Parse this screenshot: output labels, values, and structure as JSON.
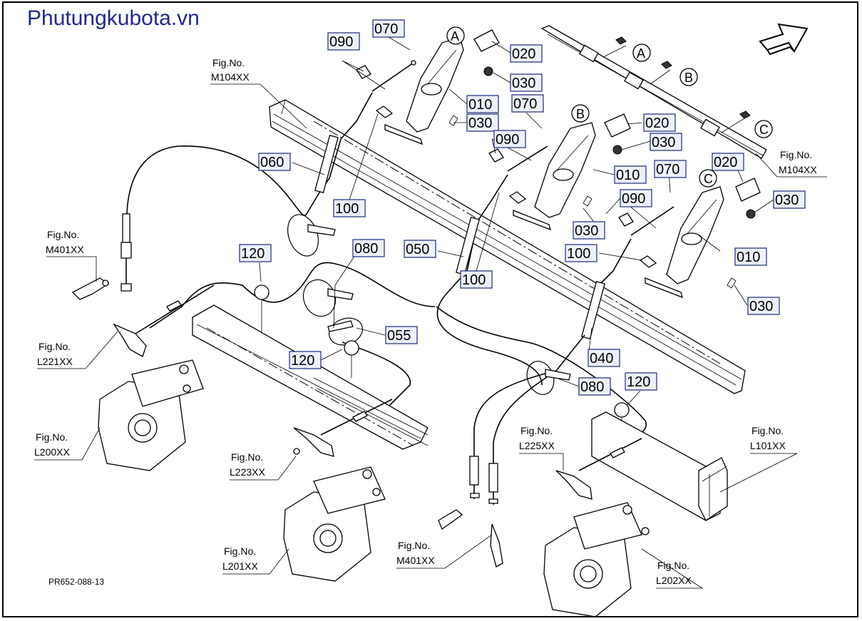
{
  "watermark": "Phutungkubota.vn",
  "drawing_code": "PR652-088-13",
  "callouts": [
    {
      "id": "p090a",
      "label": "090"
    },
    {
      "id": "p070a",
      "label": "070"
    },
    {
      "id": "p020a",
      "label": "020"
    },
    {
      "id": "p030a",
      "label": "030"
    },
    {
      "id": "p010a",
      "label": "010"
    },
    {
      "id": "p030b",
      "label": "030"
    },
    {
      "id": "p070b",
      "label": "070"
    },
    {
      "id": "p020b",
      "label": "020"
    },
    {
      "id": "p090b",
      "label": "090"
    },
    {
      "id": "p030c",
      "label": "030"
    },
    {
      "id": "p010b",
      "label": "010"
    },
    {
      "id": "p060",
      "label": "060"
    },
    {
      "id": "p100a",
      "label": "100"
    },
    {
      "id": "p070c",
      "label": "070"
    },
    {
      "id": "p020c",
      "label": "020"
    },
    {
      "id": "p030d",
      "label": "030"
    },
    {
      "id": "p090c",
      "label": "090"
    },
    {
      "id": "p030e",
      "label": "030"
    },
    {
      "id": "p010c",
      "label": "010"
    },
    {
      "id": "p100b",
      "label": "100"
    },
    {
      "id": "p050",
      "label": "050"
    },
    {
      "id": "p100c",
      "label": "100"
    },
    {
      "id": "p080a",
      "label": "080"
    },
    {
      "id": "p120a",
      "label": "120"
    },
    {
      "id": "p030f",
      "label": "030"
    },
    {
      "id": "p055",
      "label": "055"
    },
    {
      "id": "p120b",
      "label": "120"
    },
    {
      "id": "p040",
      "label": "040"
    },
    {
      "id": "p080b",
      "label": "080"
    },
    {
      "id": "p120c",
      "label": "120"
    }
  ],
  "section_markers": [
    {
      "id": "markA1",
      "letter": "A"
    },
    {
      "id": "markB1",
      "letter": "B"
    },
    {
      "id": "markC1",
      "letter": "C"
    },
    {
      "id": "markA2",
      "letter": "A"
    },
    {
      "id": "markB2",
      "letter": "B"
    },
    {
      "id": "markC2",
      "letter": "C"
    }
  ],
  "figure_refs": [
    {
      "id": "ref-m104-left",
      "line1": "Fig.No.",
      "line2": "M104XX"
    },
    {
      "id": "ref-m104-right",
      "line1": "Fig.No.",
      "line2": "M104XX"
    },
    {
      "id": "ref-m401-left",
      "line1": "Fig.No.",
      "line2": "M401XX"
    },
    {
      "id": "ref-l221",
      "line1": "Fig.No.",
      "line2": "L221XX"
    },
    {
      "id": "ref-l200",
      "line1": "Fig.No.",
      "line2": "L200XX"
    },
    {
      "id": "ref-l223",
      "line1": "Fig.No.",
      "line2": "L223XX"
    },
    {
      "id": "ref-l201",
      "line1": "Fig.No.",
      "line2": "L201XX"
    },
    {
      "id": "ref-l225",
      "line1": "Fig.No.",
      "line2": "L225XX"
    },
    {
      "id": "ref-l101",
      "line1": "Fig.No.",
      "line2": "L101XX"
    },
    {
      "id": "ref-m401-bottom",
      "line1": "Fig.No.",
      "line2": "M401XX"
    },
    {
      "id": "ref-l202",
      "line1": "Fig.No.",
      "line2": "L202XX"
    }
  ]
}
